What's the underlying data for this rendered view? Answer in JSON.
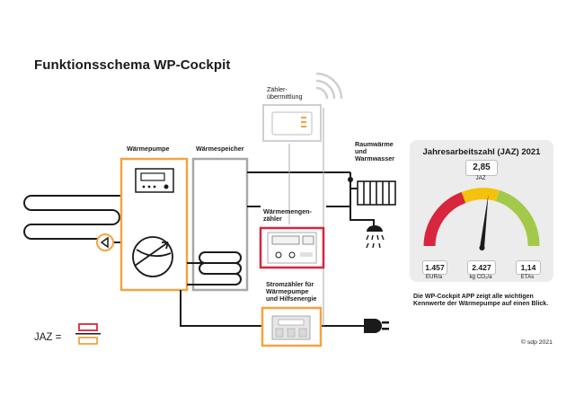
{
  "title": "Funktionsschema WP-Cockpit",
  "labels": {
    "heat_pump": "Wärmepumpe",
    "storage": "Wärmespeicher",
    "meter_transfer_1": "Zähler-",
    "meter_transfer_2": "übermittlung",
    "room_heat_1": "Raumwärme",
    "room_heat_2": "und",
    "room_heat_3": "Warmwasser",
    "heat_meter_1": "Wärmemengen-",
    "heat_meter_2": "zähler",
    "power_meter_1": "Stromzähler für",
    "power_meter_2": "Wärmepumpe",
    "power_meter_3": "und Hilfsenergie"
  },
  "jaz_formula": {
    "prefix": "JAZ ="
  },
  "cockpit": {
    "title": "Jahresarbeitszahl (JAZ) 2021",
    "jaz_value": "2,85",
    "jaz_caption": "JAZ",
    "metrics": [
      {
        "value": "1.457",
        "caption": "EUR/a"
      },
      {
        "value": "2.427",
        "caption": "kg CO₂/a"
      },
      {
        "value": "1,14",
        "caption": "ETAs"
      }
    ],
    "gauge": {
      "needle_fraction": 0.54
    }
  },
  "caption": "Die WP-Cockpit APP zeigt alle wichtigen Kennwerte der Wärmepumpe auf einen Blick.",
  "copyright": "© sdp 2021",
  "colors": {
    "orange": "#f4a340",
    "grey": "#a8a8a8",
    "red": "#d7263d",
    "yellow": "#f4c20d",
    "green": "#a3c94b",
    "line": "#1a1a1a"
  }
}
